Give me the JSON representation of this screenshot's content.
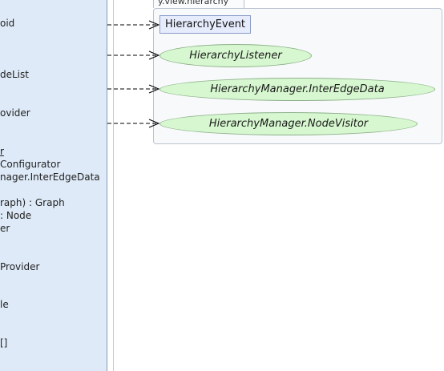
{
  "left_panel": {
    "members": [
      "oid",
      "deList",
      "ovider",
      "r",
      "Configurator",
      "nager.InterEdgeData",
      "raph) : Graph",
      " : Node",
      "er",
      "Provider",
      "le",
      "[]"
    ]
  },
  "package": {
    "label": "y.view.hierarchy"
  },
  "nodes": {
    "hierarchy_event": "HierarchyEvent",
    "hierarchy_listener": "HierarchyListener",
    "inter_edge_data": "HierarchyManager.InterEdgeData",
    "node_visitor": "HierarchyManager.NodeVisitor"
  },
  "colors": {
    "panel_bg": "#deeaf8",
    "class_bg": "#e6ecfc",
    "interface_bg": "#d6f7cf",
    "edge": "#000000"
  }
}
